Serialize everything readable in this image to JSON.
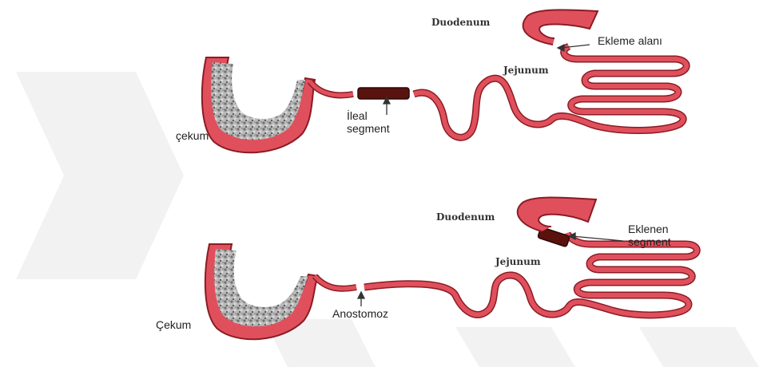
{
  "colors": {
    "intestine_fill": "#e0505c",
    "intestine_edge": "#8a1c24",
    "segment": "#5a120f",
    "cecum_content": "#8c8c8c",
    "watermark": "#f1f1f1"
  },
  "top_panel": {
    "duodenum": "Duodenum",
    "jejunum": "Jejunum",
    "attachment_site": "Ekleme alanı",
    "ileal_line1": "İleal",
    "ileal_line2": "segment",
    "cecum": "çekum"
  },
  "bottom_panel": {
    "duodenum": "Duodenum",
    "jejunum": "Jejunum",
    "attached_line1": "Eklenen",
    "attached_line2": "segment",
    "anastomosis": "Anostomoz",
    "cecum": "Çekum"
  }
}
